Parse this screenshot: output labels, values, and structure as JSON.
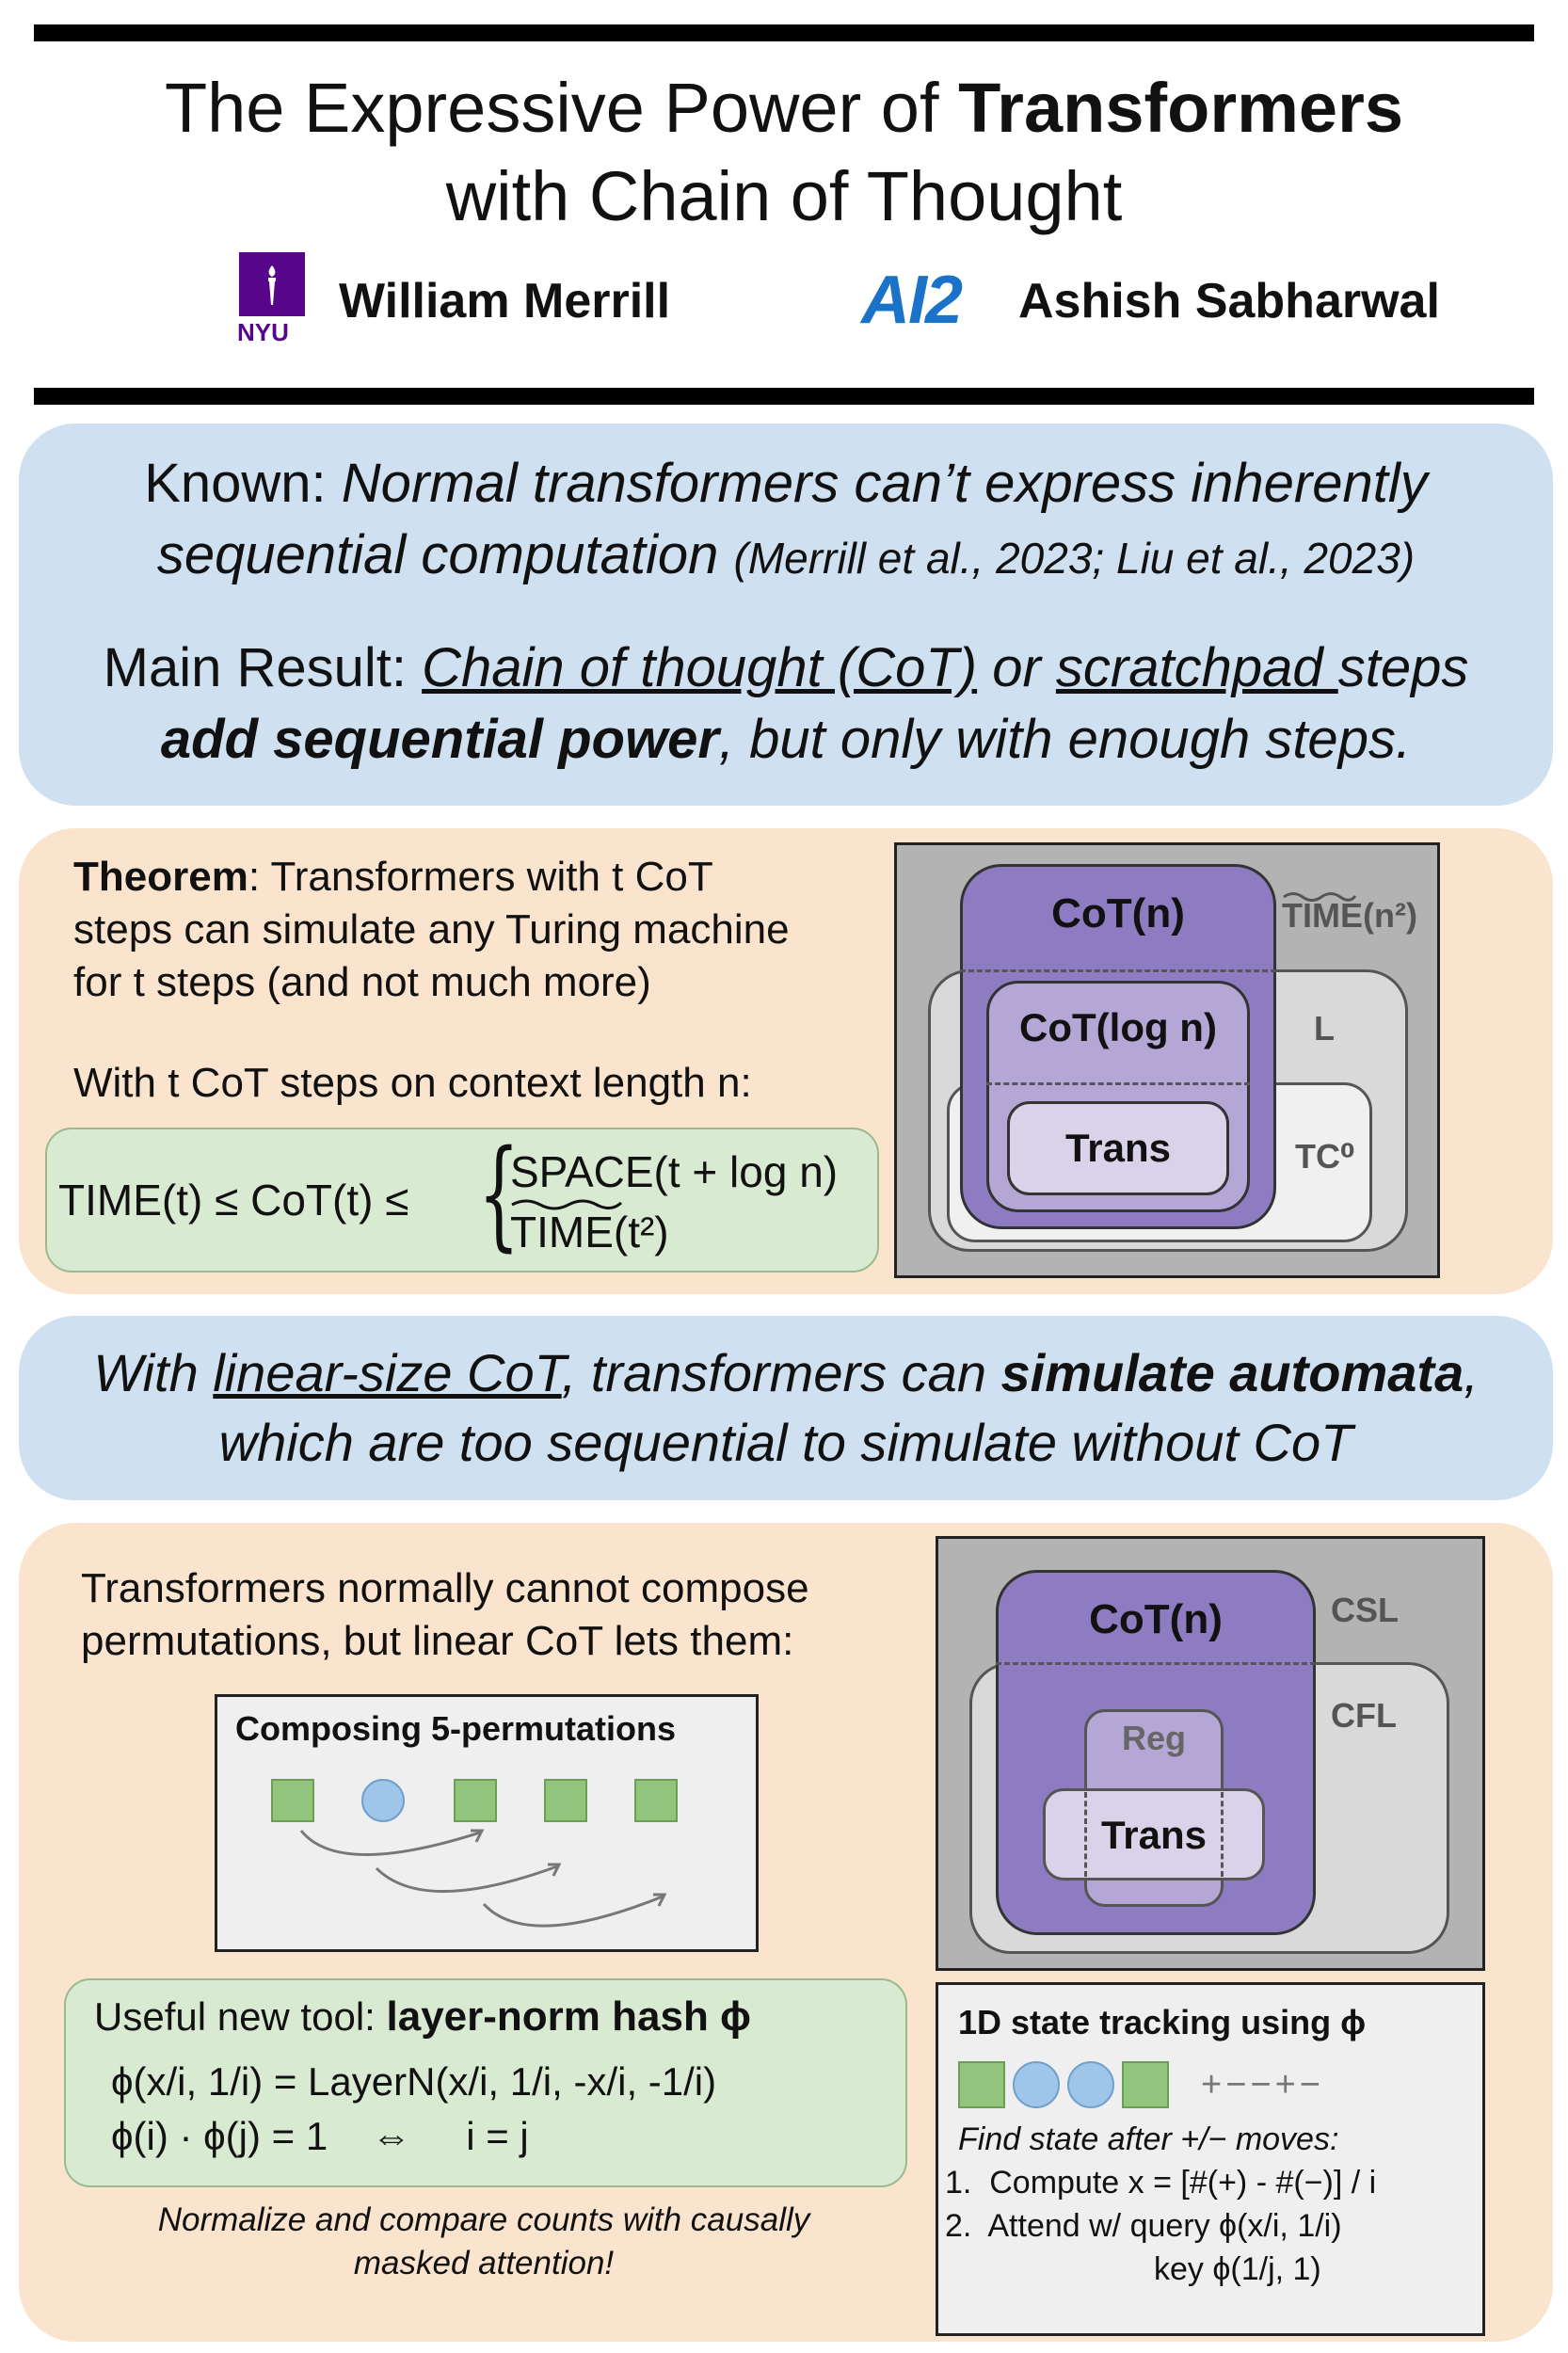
{
  "header": {
    "title_line1_plain": "The Expressive Power of ",
    "title_line1_bold": "Transformers",
    "title_line2": "with Chain of Thought",
    "authors": [
      {
        "name": "William Merrill",
        "logo_text": "NYU"
      },
      {
        "name": "Ashish Sabharwal",
        "logo_text": "AI2"
      }
    ]
  },
  "known": {
    "label": "Known: ",
    "text_a": "Normal transformers can’t express inherently",
    "text_b": "sequential computation",
    "citation": "(Merrill et al., 2023; Liu et al., 2023)"
  },
  "main_result": {
    "label": "Main Result: ",
    "cot": "Chain of thought (CoT)",
    "or": " or ",
    "scratchpad": "scratchpad ",
    "steps": "steps",
    "bold": "add sequential power",
    "rest": ", but only with enough steps."
  },
  "theorem": {
    "label": "Theorem",
    "line1": ": Transformers with t  CoT",
    "line2": "steps can simulate any Turing machine",
    "line3": "for t steps (and not much more)",
    "context_line": "With t  CoT steps on context length n:",
    "inequality_left": "TIME(t)  ≤  CoT(t)  ≤",
    "upper1": "SPACE(t + log n)",
    "upper2": "TIME(t²)"
  },
  "diagram1": {
    "cot_n": "CoT(n)",
    "time_n2": "TIME(n²)",
    "cot_log": "CoT(log n)",
    "l": "L",
    "trans": "Trans",
    "tc0": "TC⁰"
  },
  "automata_banner": {
    "prefix": "With ",
    "linear": "linear-size CoT",
    "middle": ", transformers can ",
    "bold": "simulate automata",
    "end": ",",
    "line2": "which are too sequential to simulate without CoT"
  },
  "permutations": {
    "intro1": "Transformers normally cannot compose",
    "intro2": "permutations, but linear CoT lets them:",
    "box_title": "Composing 5-permutations"
  },
  "diagram2": {
    "cot_n": "CoT(n)",
    "csl": "CSL",
    "cfl": "CFL",
    "reg": "Reg",
    "trans": "Trans"
  },
  "tool": {
    "label": "Useful new tool: ",
    "bold": "layer-norm hash ϕ",
    "eq1": "ϕ(x/i, 1/i) = LayerN(x/i, 1/i, -x/i, -1/i)",
    "eq2": "ϕ(i) · ϕ(j) = 1    ⇔     i = j",
    "note1": "Normalize and compare counts with causally",
    "note2": "masked attention!"
  },
  "tracking": {
    "title": "1D state tracking using ϕ",
    "moves": "+−−+−",
    "find": "Find state after +/− moves:",
    "step1": "1.  Compute x = [#(+) - #(−)] / i",
    "step2": "2.  Attend w/ query ϕ(x/i, 1/i)",
    "step3": "key ϕ(1/j, 1)"
  }
}
